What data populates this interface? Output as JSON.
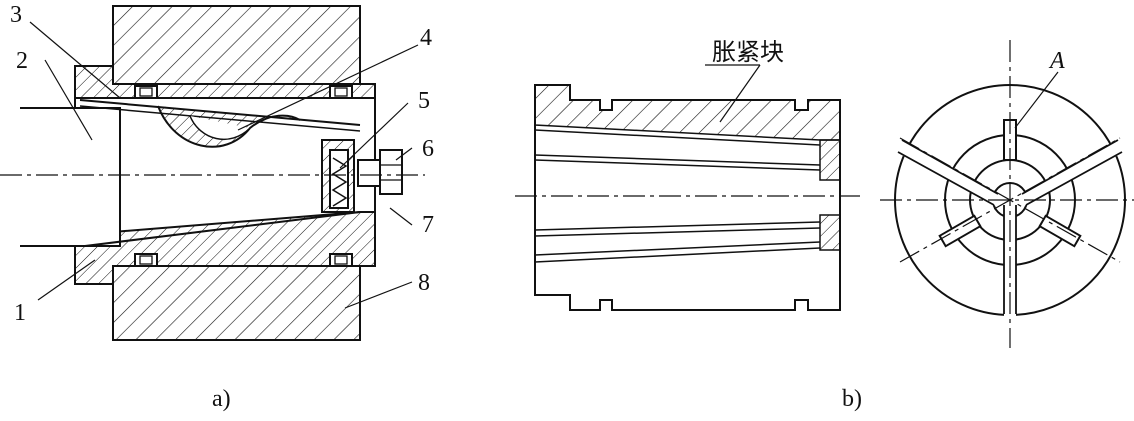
{
  "figure_a": {
    "caption": "a)",
    "callouts": [
      "1",
      "2",
      "3",
      "4",
      "5",
      "6",
      "7",
      "8"
    ]
  },
  "figure_b": {
    "caption": "b)",
    "part_label": "胀紧块",
    "section_label": "A"
  },
  "colors": {
    "line": "#111111",
    "background": "#ffffff"
  }
}
